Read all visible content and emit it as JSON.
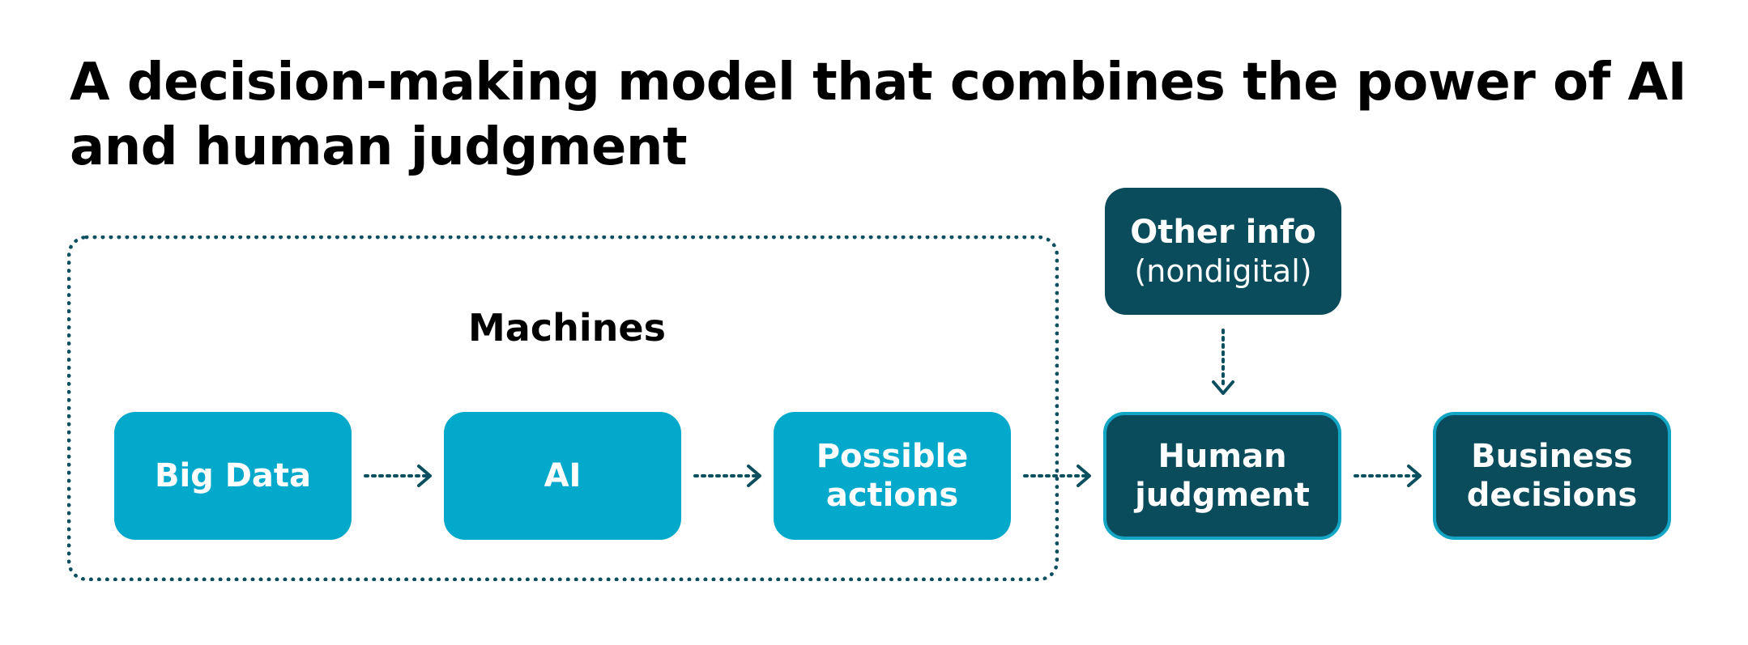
{
  "title": "A decision-making model that combines the power of AI and human judgment",
  "group": {
    "label": "Machines"
  },
  "nodes": {
    "big_data": {
      "line1": "Big Data"
    },
    "ai": {
      "line1": "AI"
    },
    "possible_actions": {
      "line1": "Possible",
      "line2": "actions"
    },
    "human_judgment": {
      "line1": "Human",
      "line2": "judgment"
    },
    "business_decisions": {
      "line1": "Business",
      "line2": "decisions"
    },
    "other_info": {
      "line1": "Other info",
      "line2": "(nondigital)"
    }
  },
  "colors": {
    "light_node": "#03a9cb",
    "dark_node": "#0a4c5c",
    "dark_node_border": "#12a5c4",
    "connector": "#0c4f5e",
    "text_on_node": "#ffffff",
    "title_text": "#000000"
  },
  "connectors": [
    {
      "from": "Big Data",
      "to": "AI",
      "style": "dotted-arrow"
    },
    {
      "from": "AI",
      "to": "Possible actions",
      "style": "dotted-arrow"
    },
    {
      "from": "Possible actions",
      "to": "Human judgment",
      "style": "dotted-arrow"
    },
    {
      "from": "Human judgment",
      "to": "Business decisions",
      "style": "dotted-arrow"
    },
    {
      "from": "Other info (nondigital)",
      "to": "Human judgment",
      "style": "dotted-arrow"
    }
  ]
}
